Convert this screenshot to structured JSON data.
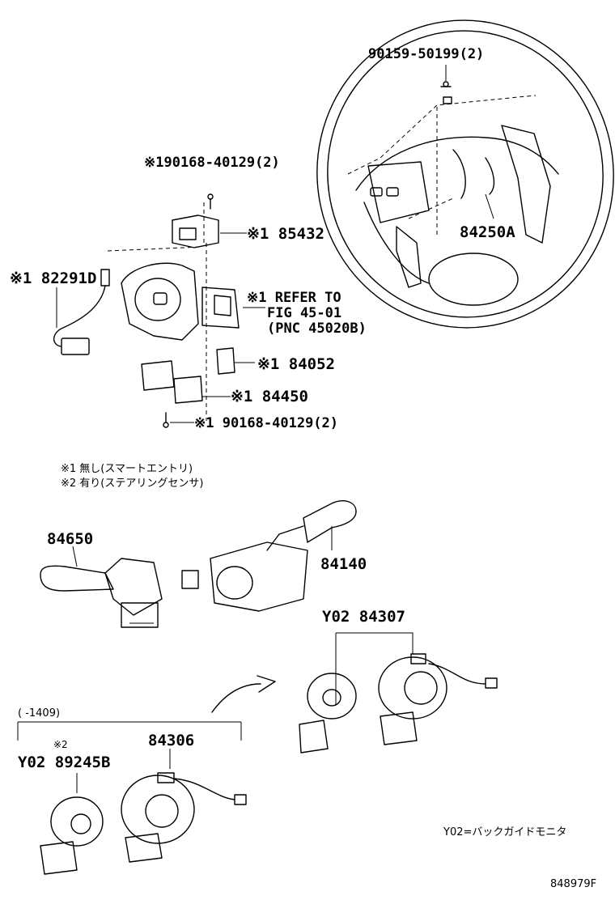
{
  "labels": {
    "p90159": "90159-50199(2)",
    "p84250a": "84250A",
    "p90168_top": "※190168-40129(2)",
    "p85432": "※1 85432",
    "p82291d": "※1 82291D",
    "refer_1": "※1 REFER TO",
    "refer_2": "FIG 45-01",
    "refer_3": "(PNC 45020B)",
    "p84052": "※1 84052",
    "p84450": "※1 84450",
    "p90168_bot": "※1 90168-40129(2)",
    "note1": "※1  無し(スマートエントリ)",
    "note2": "※2  有り(ステアリングセンサ)",
    "p84650": "84650",
    "p84140": "84140",
    "p84307": "Y02 84307",
    "range": "(      -1409)",
    "note_mark2": "※2",
    "p89245b": "Y02 89245B",
    "p84306": "84306",
    "y02_legend": "Y02=バックガイドモニタ",
    "ref_code": "848979F"
  }
}
